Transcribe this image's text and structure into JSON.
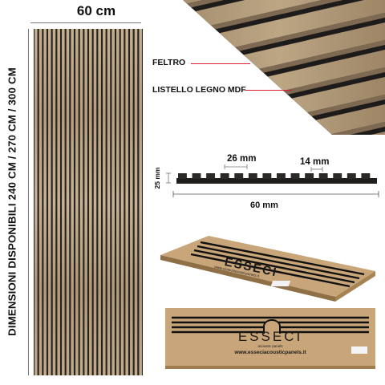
{
  "panel": {
    "width_label": "60 cm",
    "height_label": "DIMENSIONI DISPONIBILI 240 CM / 270 CM / 300 CM",
    "slat_count": 24
  },
  "closeup": {
    "felt_label": "FELTRO",
    "slat_label": "LISTELLO LEGNO MDF"
  },
  "profile": {
    "slat_width": "26 mm",
    "gap_width": "14 mm",
    "thickness": "25 mm",
    "total_width": "60 mm"
  },
  "boxes": {
    "brand": "ESSECI",
    "tagline": "acoustic panels",
    "website": "www.esseciacousticpanels.it"
  },
  "colors": {
    "wood_light": "#c2aa8a",
    "wood_dark": "#9c8465",
    "felt": "#2a2826",
    "cardboard": "#c9a679",
    "accent_red": "#d81e2a"
  }
}
